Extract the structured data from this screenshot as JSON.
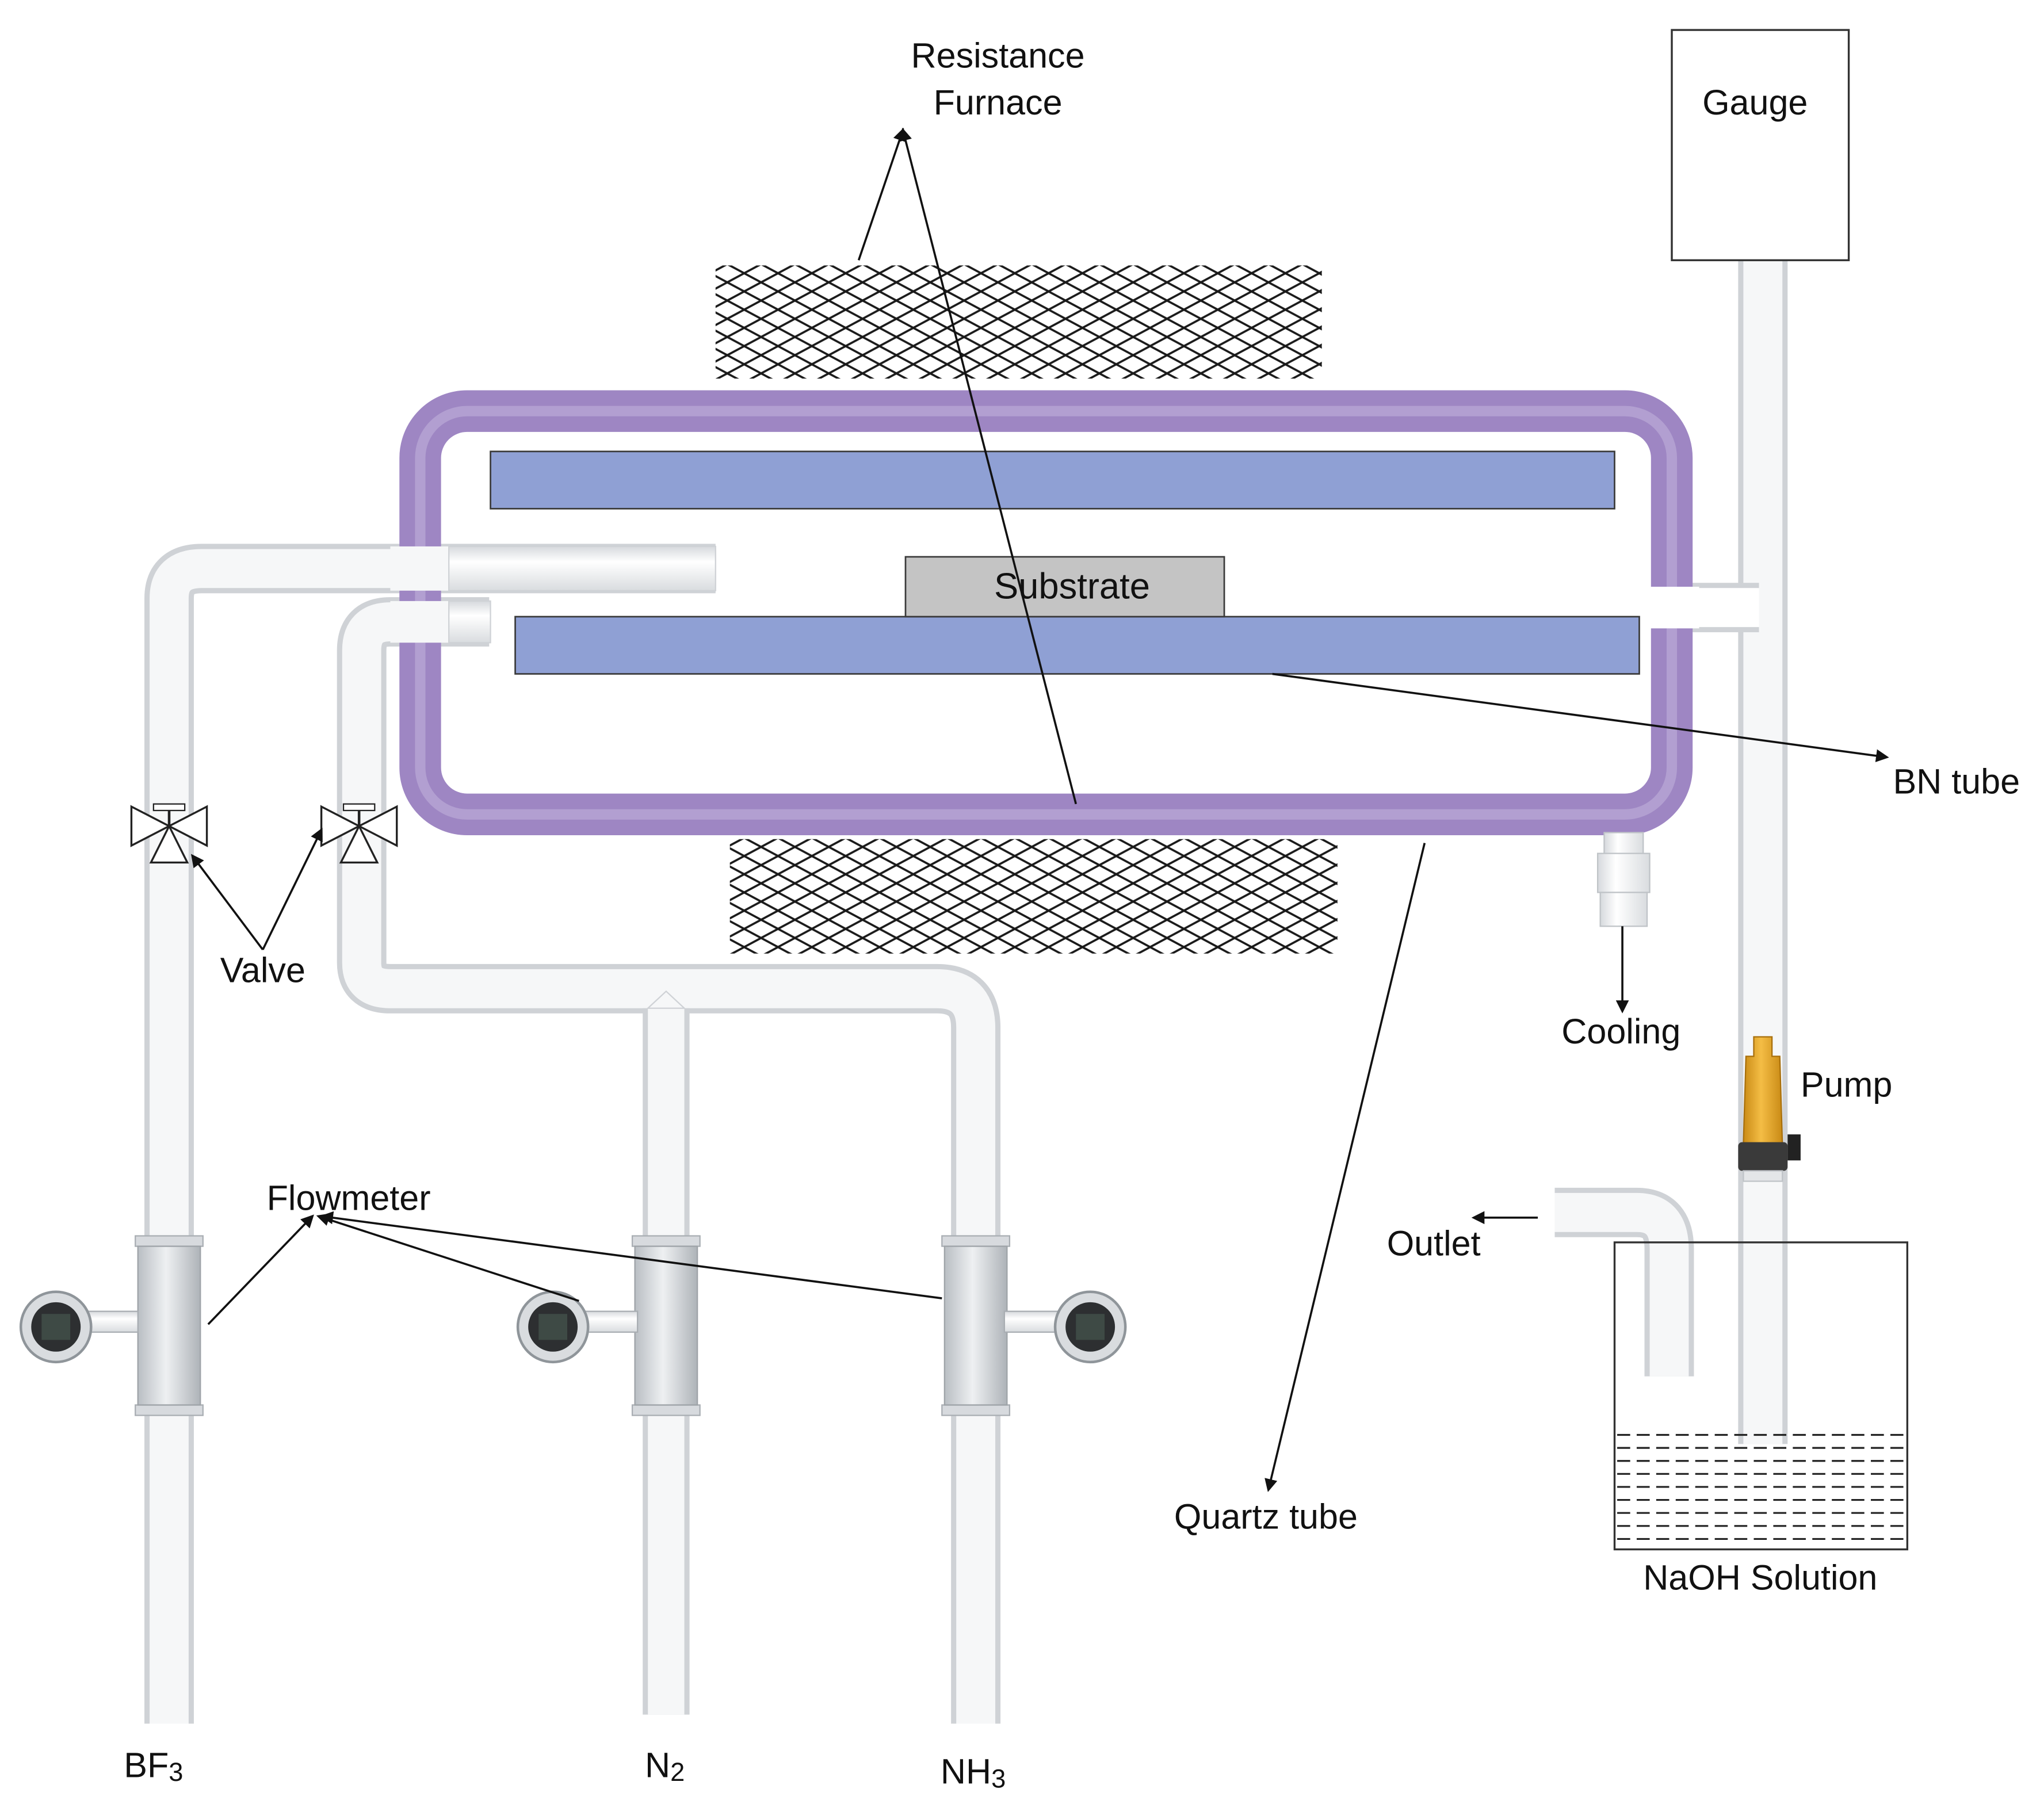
{
  "labels": {
    "resistance_furnace_line1": "Resistance",
    "resistance_furnace_line2": "Furnace",
    "gauge": "Gauge",
    "substrate": "Substrate",
    "bn_tube": "BN tube",
    "valve": "Valve",
    "cooling": "Cooling",
    "pump": "Pump",
    "flowmeter": "Flowmeter",
    "outlet": "Outlet",
    "quartz_tube": "Quartz tube",
    "naoh_solution": "NaOH Solution",
    "gas_bf3_base": "BF",
    "gas_bf3_sub": "3",
    "gas_n2_base": "N",
    "gas_n2_sub": "2",
    "gas_nh3_base": "NH",
    "gas_nh3_sub": "3"
  },
  "colors": {
    "quartz_tube": "#9e86c3",
    "bn_tube": "#8fa0d4",
    "substrate": "#c4c4c4",
    "pipe_fill": "#f2f3f5",
    "pipe_edge": "#cfd2d6",
    "pump_body": "#e8a72a",
    "furnace_mesh": "#1a1a1a"
  }
}
